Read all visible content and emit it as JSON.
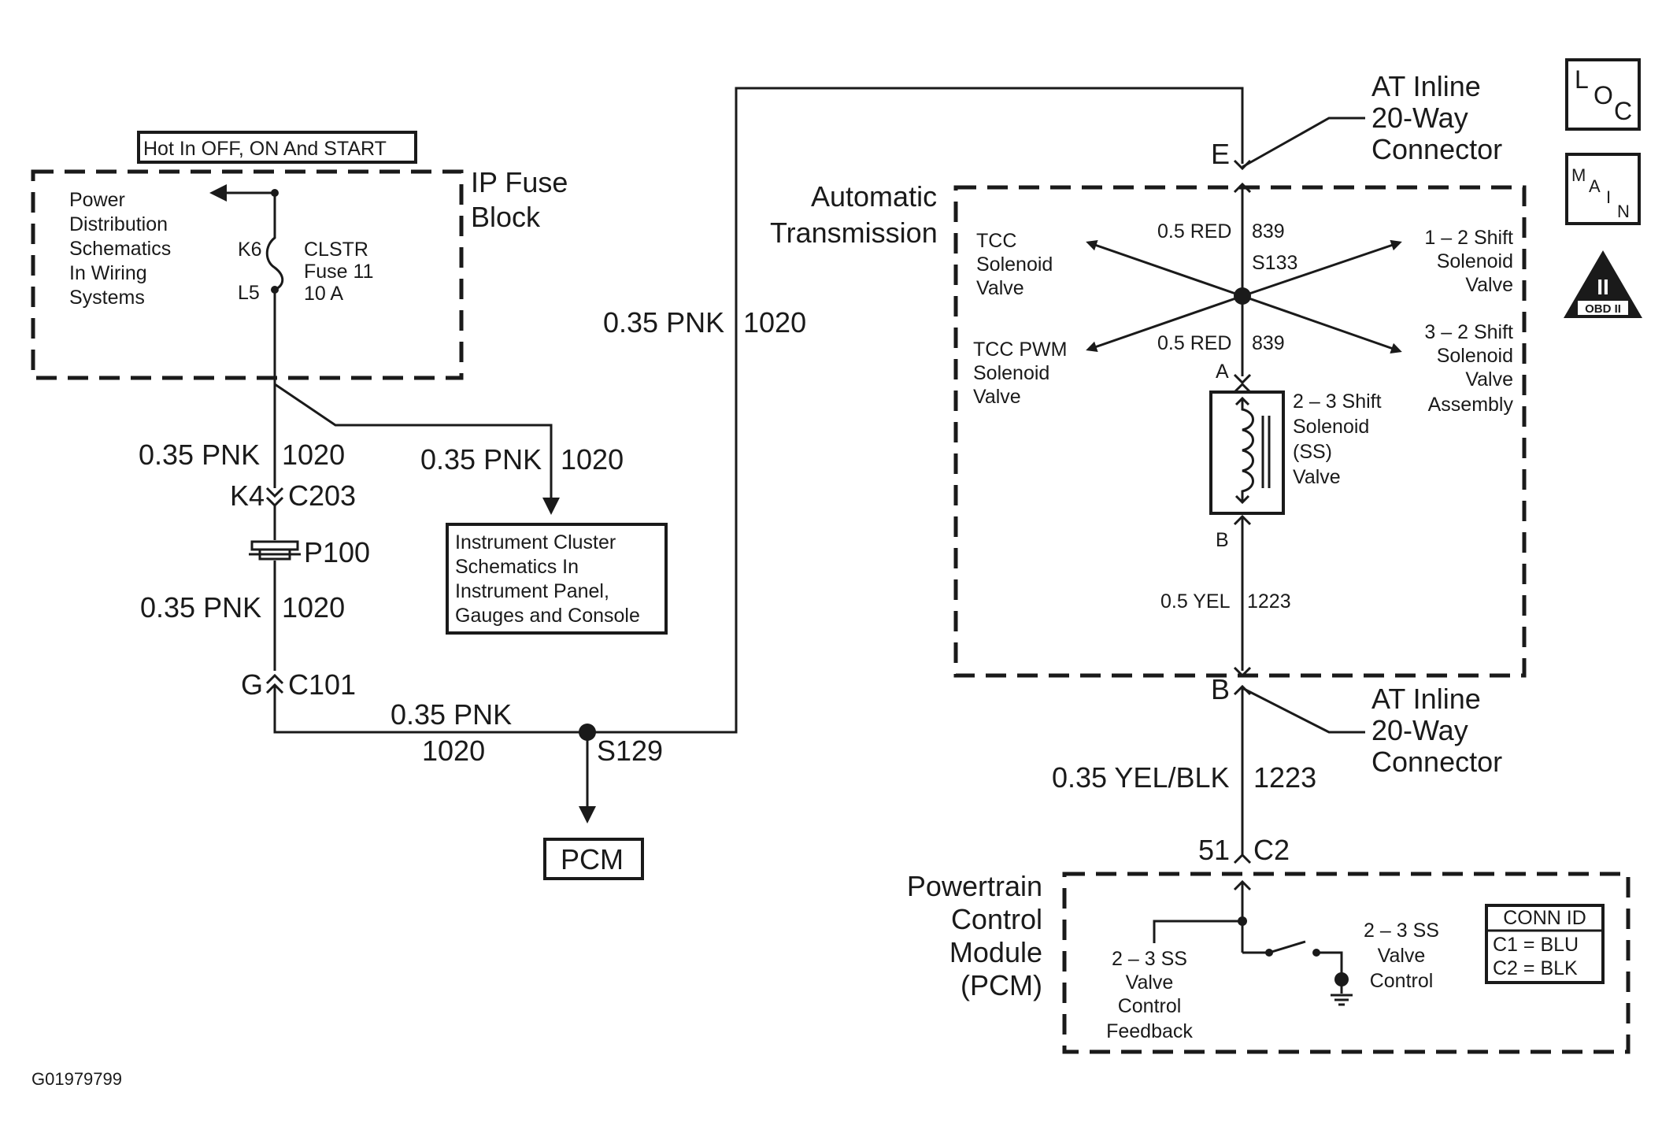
{
  "left_circuit": {
    "supply_label": "Hot In OFF, ON And START",
    "fuse_block_label": [
      "IP Fuse",
      "Block"
    ],
    "power_dist_ref": [
      "Power",
      "Distribution",
      "Schematics",
      "In Wiring",
      "Systems"
    ],
    "fuse_pin_top": "K6",
    "fuse_pin_bottom": "L5",
    "fuse_name": [
      "CLSTR",
      "Fuse 11",
      "10 A"
    ],
    "wire_upper": "0.35 PNK",
    "wire_upper_circuit": "1020",
    "wire_branch": "0.35 PNK",
    "wire_branch_circuit": "1020",
    "cluster_ref": [
      "Instrument Cluster",
      "Schematics In",
      "Instrument Panel,",
      "Gauges and Console"
    ],
    "c203_pin": "K4",
    "c203_name": "C203",
    "p100_name": "P100",
    "wire_mid": "0.35 PNK",
    "wire_mid_circuit": "1020",
    "c101_pin": "G",
    "c101_name": "C101",
    "wire_bottom": "0.35 PNK",
    "wire_bottom_circuit": "1020",
    "splice_name": "S129",
    "pcm_box": "PCM",
    "wire_vertical": "0.35 PNK",
    "wire_vertical_circuit": "1020"
  },
  "transmission": {
    "connector_top_pin": "E",
    "connector_label": [
      "AT Inline",
      "20-Way",
      "Connector"
    ],
    "title": [
      "Automatic",
      "Transmission"
    ],
    "wire_upper": "0.5 RED",
    "wire_upper_circuit": "839",
    "splice_name": "S133",
    "wire_lower": "0.5 RED",
    "wire_lower_circuit": "839",
    "tcc_solenoid": [
      "TCC",
      "Solenoid",
      "Valve"
    ],
    "tcc_pwm": [
      "TCC PWM",
      "Solenoid",
      "Valve"
    ],
    "shift_12": [
      "1 – 2 Shift",
      "Solenoid",
      "Valve"
    ],
    "shift_32": [
      "3 – 2 Shift",
      "Solenoid",
      "Valve",
      "Assembly"
    ],
    "solenoid_pin_a": "A",
    "solenoid_pin_b": "B",
    "shift_23": [
      "2 – 3 Shift",
      "Solenoid",
      "(SS)",
      "Valve"
    ],
    "wire_yel": "0.5 YEL",
    "wire_yel_circuit": "1223",
    "connector_bottom_pin": "B",
    "connector_label_bottom": [
      "AT Inline",
      "20-Way",
      "Connector"
    ],
    "wire_yelblk": "0.35 YEL/BLK",
    "wire_yelblk_circuit": "1223",
    "pcm_pin": "51",
    "pcm_connector": "C2"
  },
  "pcm_module": {
    "title": [
      "Powertrain",
      "Control",
      "Module",
      "(PCM)"
    ],
    "feedback_label": [
      "2 – 3 SS",
      "Valve",
      "Control",
      "Feedback"
    ],
    "control_label": [
      "2 – 3 SS",
      "Valve",
      "Control"
    ],
    "conn_id_title": "CONN ID",
    "conn_id_c1": "C1 = BLU",
    "conn_id_c2": "C2 = BLK"
  },
  "icons": {
    "loc": [
      "L",
      "O",
      "C"
    ],
    "main": [
      "M",
      "A",
      "I",
      "N"
    ],
    "obd_numeral": "II",
    "obd_text": "OBD II"
  },
  "figure_id": "G01979799"
}
